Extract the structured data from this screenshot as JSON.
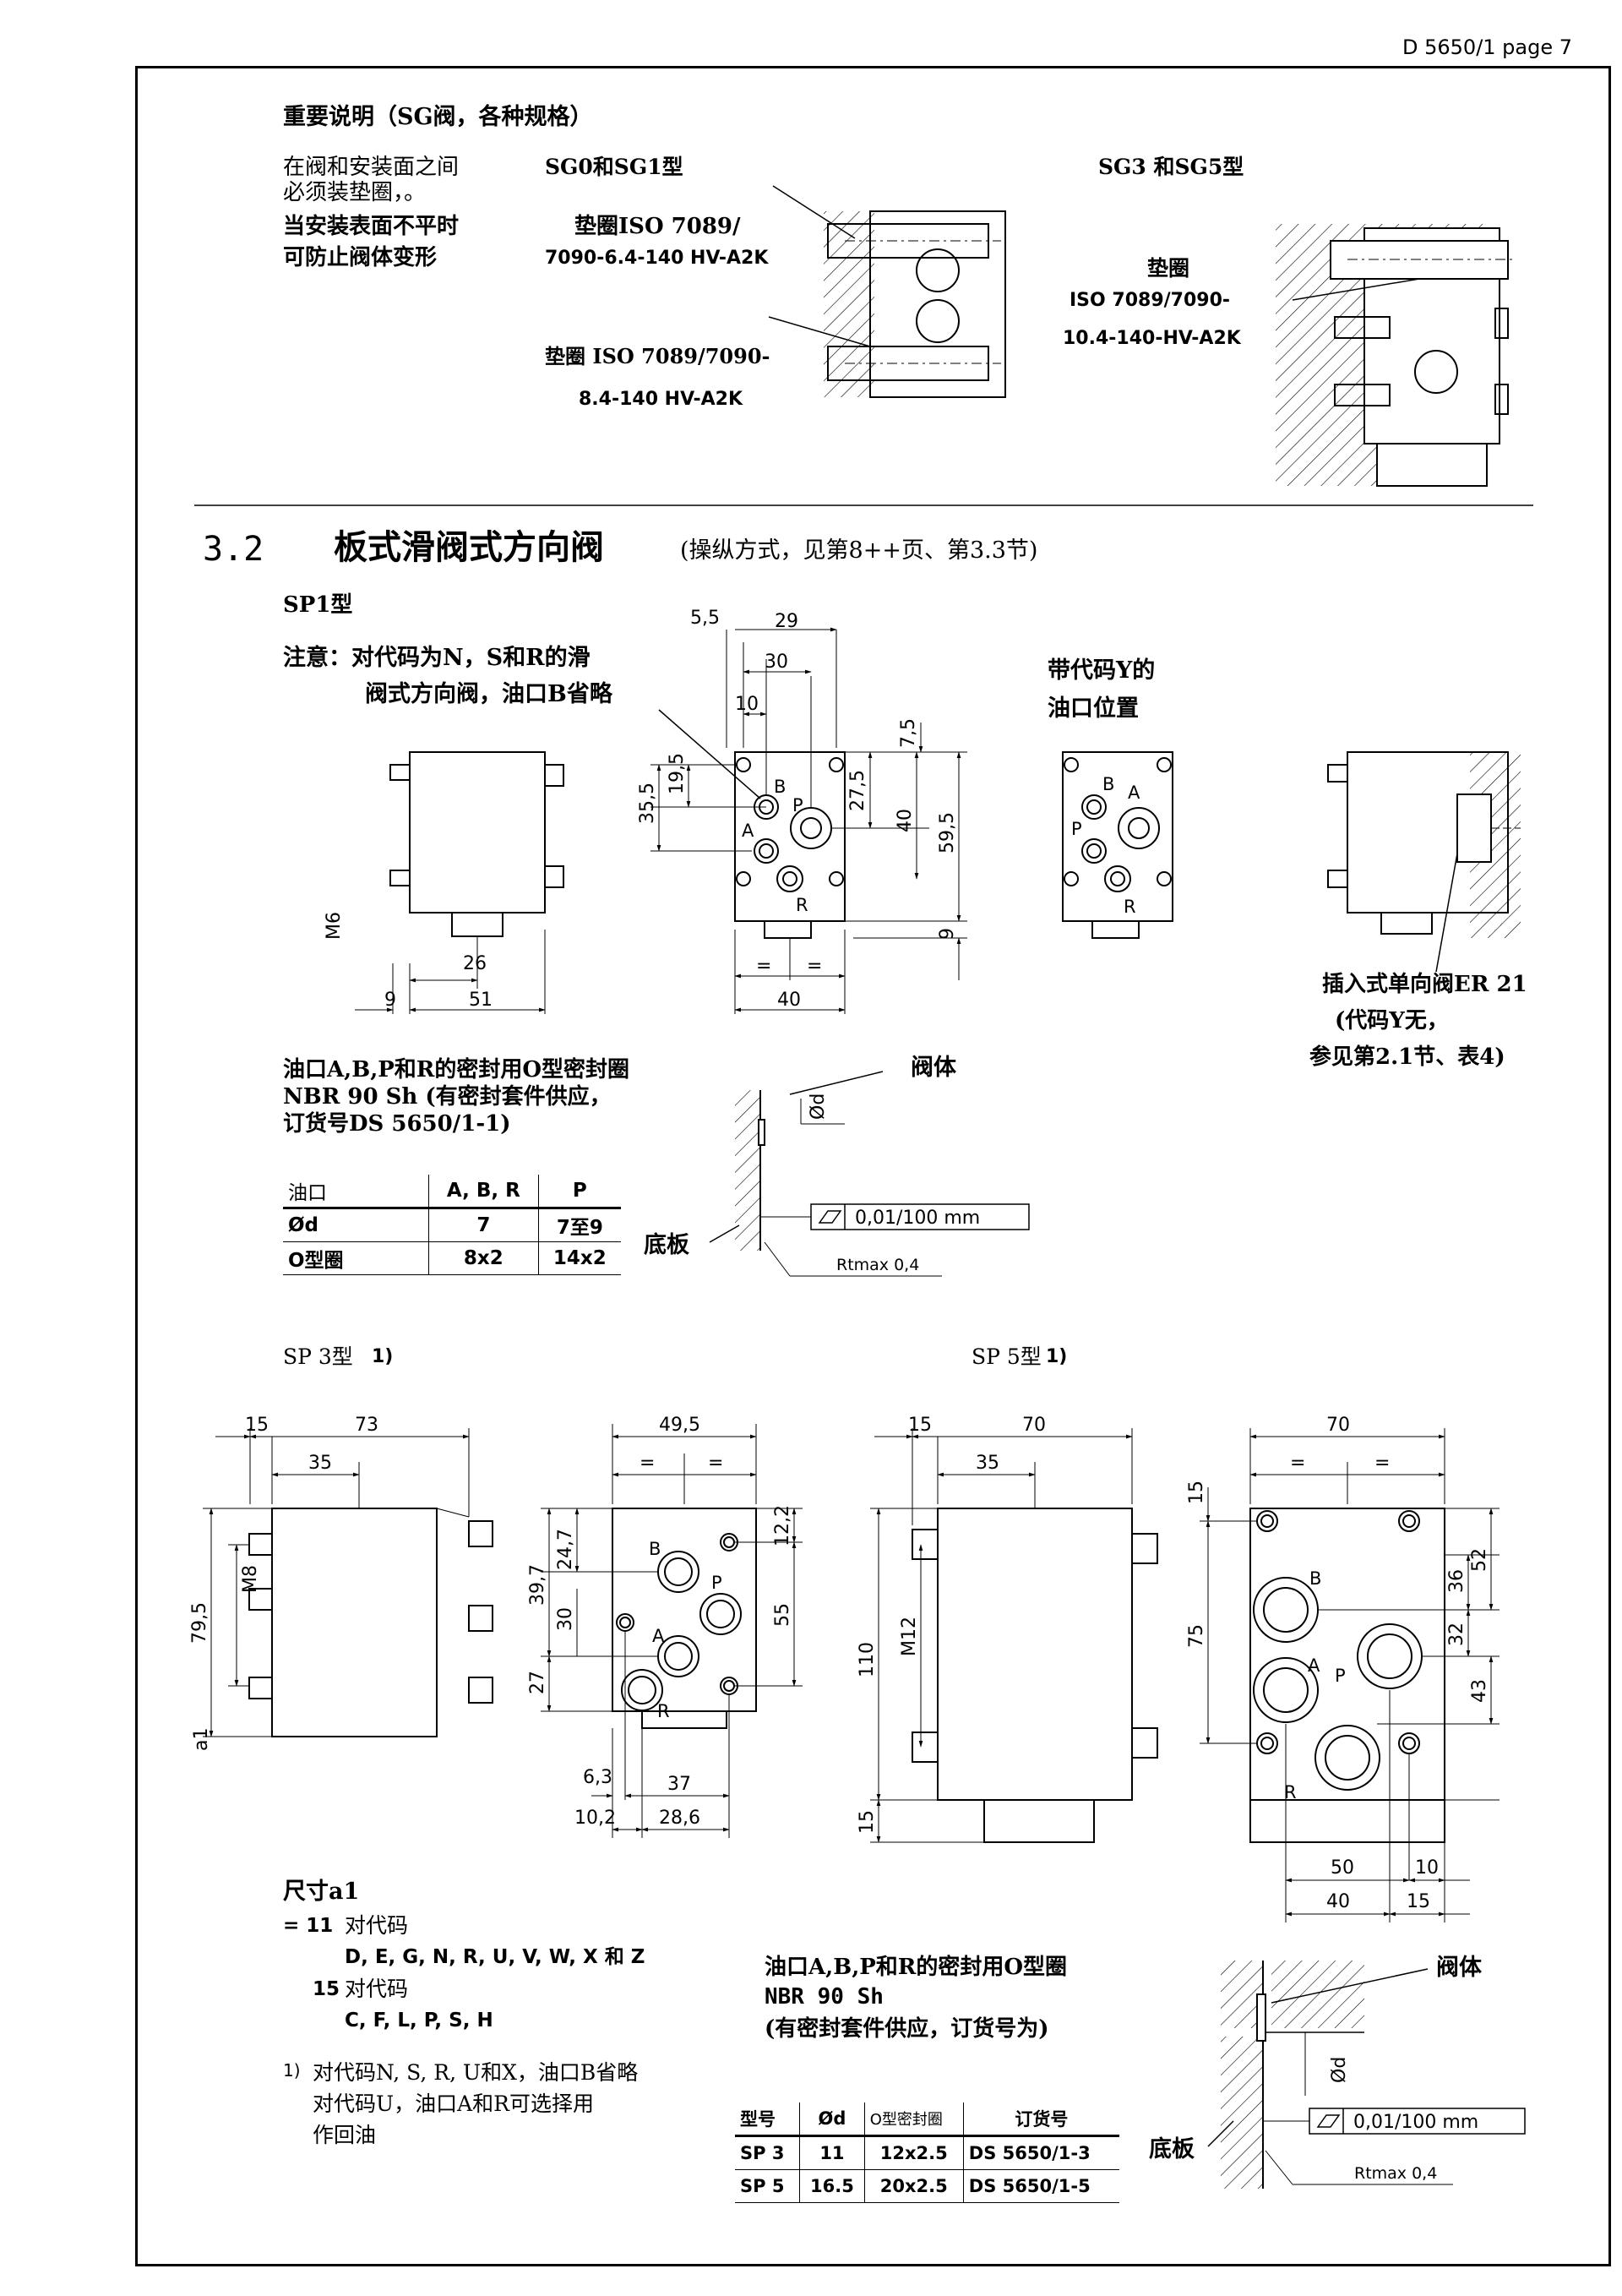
{
  "page_ref": "D 5650/1  page  7",
  "important": {
    "title": "重要说明（SG阀，各种规格）",
    "note_lines": [
      "在阀和安装面之间",
      "必须装垫圈，。",
      "当安装表面不平时",
      "可防止阀体变形"
    ],
    "sg01_title": "SG0和SG1型",
    "sg01_washer1_line1": "垫圈ISO 7089/",
    "sg01_washer1_line2": "7090-6.4-140 HV-A2K",
    "sg01_washer2_line1": "垫圈 ISO 7089/7090-",
    "sg01_washer2_line2": "8.4-140 HV-A2K",
    "sg35_title": "SG3 和SG5型",
    "sg35_washer_line1": "垫圈",
    "sg35_washer_line2": "ISO 7089/7090-",
    "sg35_washer_line3": "10.4-140-HV-A2K"
  },
  "section": {
    "number": "3.2",
    "title": "板式滑阀式方向阀",
    "subtitle": "(操纵方式，见第8++页、第3.3节)"
  },
  "sp1": {
    "title": "SP1型",
    "note_line1": "注意：对代码为N，S和R的滑",
    "note_line2": "阀式方向阀，油口B省略",
    "y_label_line1": "带代码Y的",
    "y_label_line2": "油口位置",
    "check_line1": "插入式单向阀ER 21",
    "check_line2": "(代码Y无，",
    "check_line3": "参见第2.1节、表4)",
    "oring_line1": "油口A,B,P和R的密封用O型密封圈",
    "oring_line2": "NBR 90 Sh (有密封套件供应，",
    "oring_line3": "订货号DS 5650/1-1)",
    "body_label": "阀体",
    "base_label": "底板",
    "flatness": "0,01/100 mm",
    "roughness": "Rtmax 0,4",
    "od_label": "Ød",
    "dims": {
      "d5_5": "5,5",
      "d29": "29",
      "d30": "30",
      "d10": "10",
      "d35_5": "35,5",
      "d19_5": "19,5",
      "d27_5": "27,5",
      "d7_5": "7,5",
      "d40v": "40",
      "d59_5": "59,5",
      "d9r": "9",
      "eq": "=",
      "d40": "40",
      "m6": "M6",
      "d26": "26",
      "d9": "9",
      "d51": "51"
    },
    "ports": {
      "A": "A",
      "B": "B",
      "P": "P",
      "R": "R"
    },
    "table": {
      "headers": [
        "油口",
        "A, B, R",
        "P"
      ],
      "rows": [
        [
          "Ød",
          "7",
          "7至9"
        ],
        [
          "O型圈",
          "8x2",
          "14x2"
        ]
      ]
    }
  },
  "sp3": {
    "title": "SP 3型",
    "fn": "1)",
    "dims": {
      "d15": "15",
      "d73": "73",
      "d35": "35",
      "d79_5": "79,5",
      "m8": "M8",
      "a1": "a1",
      "d49_5": "49,5",
      "d39_7": "39,7",
      "d24_7": "24,7",
      "d12_2": "12,2",
      "d30": "30",
      "d27": "27",
      "d55": "55",
      "d6_3": "6,3",
      "d37": "37",
      "d10_2": "10,2",
      "d28_6": "28,6"
    }
  },
  "sp5": {
    "title": "SP 5型",
    "fn": "1)",
    "dims": {
      "d15": "15",
      "d70": "70",
      "d35": "35",
      "m12": "M12",
      "d110": "110",
      "d15b": "15",
      "d70r": "70",
      "d15r": "15",
      "d36": "36",
      "d52": "52",
      "d75": "75",
      "d32": "32",
      "d43": "43",
      "d50": "50",
      "d10": "10",
      "d40": "40",
      "d15c": "15"
    }
  },
  "a1_note": {
    "title": "尺寸a1",
    "line1_prefix": "= 11",
    "line1_text": "对代码",
    "line1_codes": "D, E, G, N, R, U, V, W, X 和  Z",
    "line2_prefix": "15",
    "line2_text": "对代码",
    "line2_codes": "C, F, L, P, S, H"
  },
  "footnote": {
    "mark": "1)",
    "line1": "对代码N, S, R, U和X，油口B省略",
    "line2": "对代码U，油口A和R可选择用",
    "line3": "作回油"
  },
  "sp35_seal": {
    "line1": "油口A,B,P和R的密封用O型圈",
    "line2": "NBR 90 Sh",
    "line3": "(有密封套件供应，订货号为)",
    "body_label": "阀体",
    "base_label": "底板",
    "flatness": "0,01/100 mm",
    "roughness": "Rtmax 0,4",
    "od_label": "Ød",
    "table": {
      "headers": [
        "型号",
        "Ød",
        "O型密封圈",
        "订货号"
      ],
      "rows": [
        [
          "SP 3",
          "11",
          "12x2.5",
          "DS 5650/1-3"
        ],
        [
          "SP 5",
          "16.5",
          "20x2.5",
          "DS 5650/1-5"
        ]
      ]
    }
  }
}
